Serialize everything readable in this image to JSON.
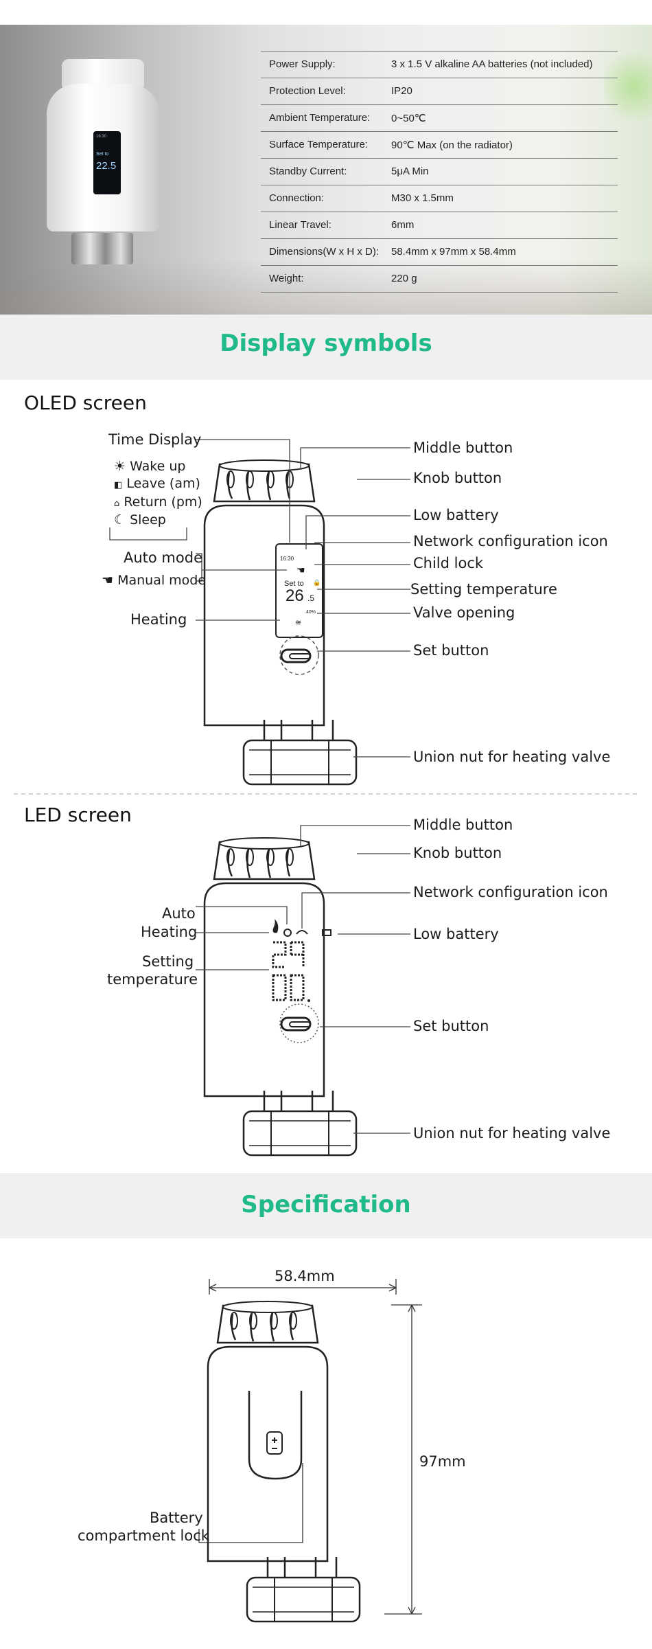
{
  "specs_table": [
    {
      "key": "Power Supply:",
      "value": "3 x 1.5 V alkaline AA batteries (not included)"
    },
    {
      "key": "Protection Level:",
      "value": "IP20"
    },
    {
      "key": "Ambient Temperature:",
      "value": "0~50℃"
    },
    {
      "key": "Surface Temperature:",
      "value": "90℃ Max (on the radiator)"
    },
    {
      "key": "Standby Current:",
      "value": "5μA Min"
    },
    {
      "key": "Connection:",
      "value": "M30 x 1.5mm"
    },
    {
      "key": "Linear Travel:",
      "value": "6mm"
    },
    {
      "key": "Dimensions(W x H x D):",
      "value": "58.4mm x 97mm x 58.4mm"
    },
    {
      "key": "Weight:",
      "value": "220 g"
    }
  ],
  "photo_screen": {
    "set_to": "Set to",
    "temp": "22.5",
    "time": "16:30"
  },
  "display_symbols": {
    "title": "Display symbols",
    "oled": {
      "heading": "OLED screen",
      "time_display": "Time Display",
      "modes": [
        "Wake up",
        "Leave (am)",
        "Return (pm)",
        "Sleep"
      ],
      "auto_mode": "Auto mode",
      "manual_mode": "Manual mode",
      "heating": "Heating",
      "middle_button": "Middle button",
      "knob_button": "Knob button",
      "low_battery": "Low battery",
      "network_icon": "Network configuration icon",
      "child_lock": "Child lock",
      "setting_temperature": "Setting temperature",
      "valve_opening": "Valve opening",
      "set_button": "Set button",
      "union_nut": "Union nut for heating valve",
      "screen_time": "16:30",
      "screen_set_to": "Set to",
      "screen_temp": "26",
      "screen_temp_dec": ".5",
      "screen_valve": "40%"
    },
    "led": {
      "heading": "LED screen",
      "middle_button": "Middle button",
      "knob_button": "Knob button",
      "network_icon": "Network configuration icon",
      "auto": "Auto",
      "heating": "Heating",
      "low_battery": "Low battery",
      "setting_temperature_1": "Setting",
      "setting_temperature_2": "temperature",
      "set_button": "Set button",
      "union_nut": "Union nut for heating valve"
    }
  },
  "specification": {
    "title": "Specification",
    "width": "58.4mm",
    "height": "97mm",
    "battery_lock_1": "Battery",
    "battery_lock_2": "compartment lock"
  },
  "colors": {
    "accent": "#1fb98a",
    "band": "#f0f0f0"
  }
}
